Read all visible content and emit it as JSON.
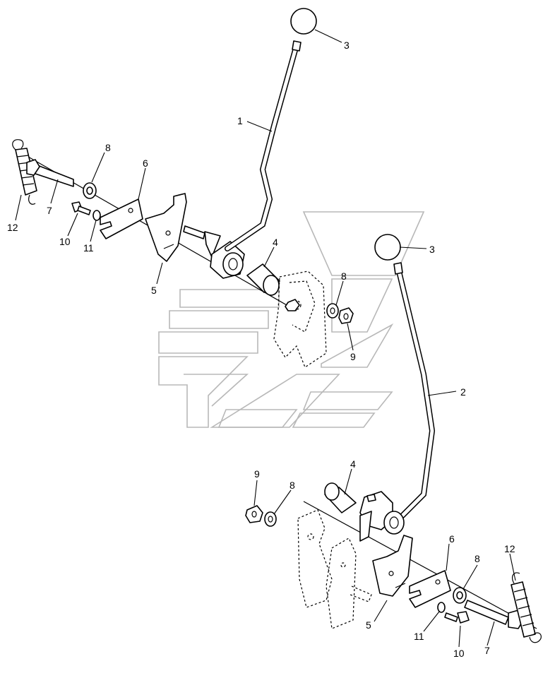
{
  "callouts": {
    "c1": "1",
    "c2": "2",
    "c3a": "3",
    "c3b": "3",
    "c4a": "4",
    "c4b": "4",
    "c5a": "5",
    "c5b": "5",
    "c6a": "6",
    "c6b": "6",
    "c7a": "7",
    "c7b": "7",
    "c8a": "8",
    "c8b": "8",
    "c8c": "8",
    "c8d": "8",
    "c9a": "9",
    "c9b": "9",
    "c10a": "10",
    "c10b": "10",
    "c11a": "11",
    "c11b": "11",
    "c12a": "12",
    "c12b": "12"
  }
}
